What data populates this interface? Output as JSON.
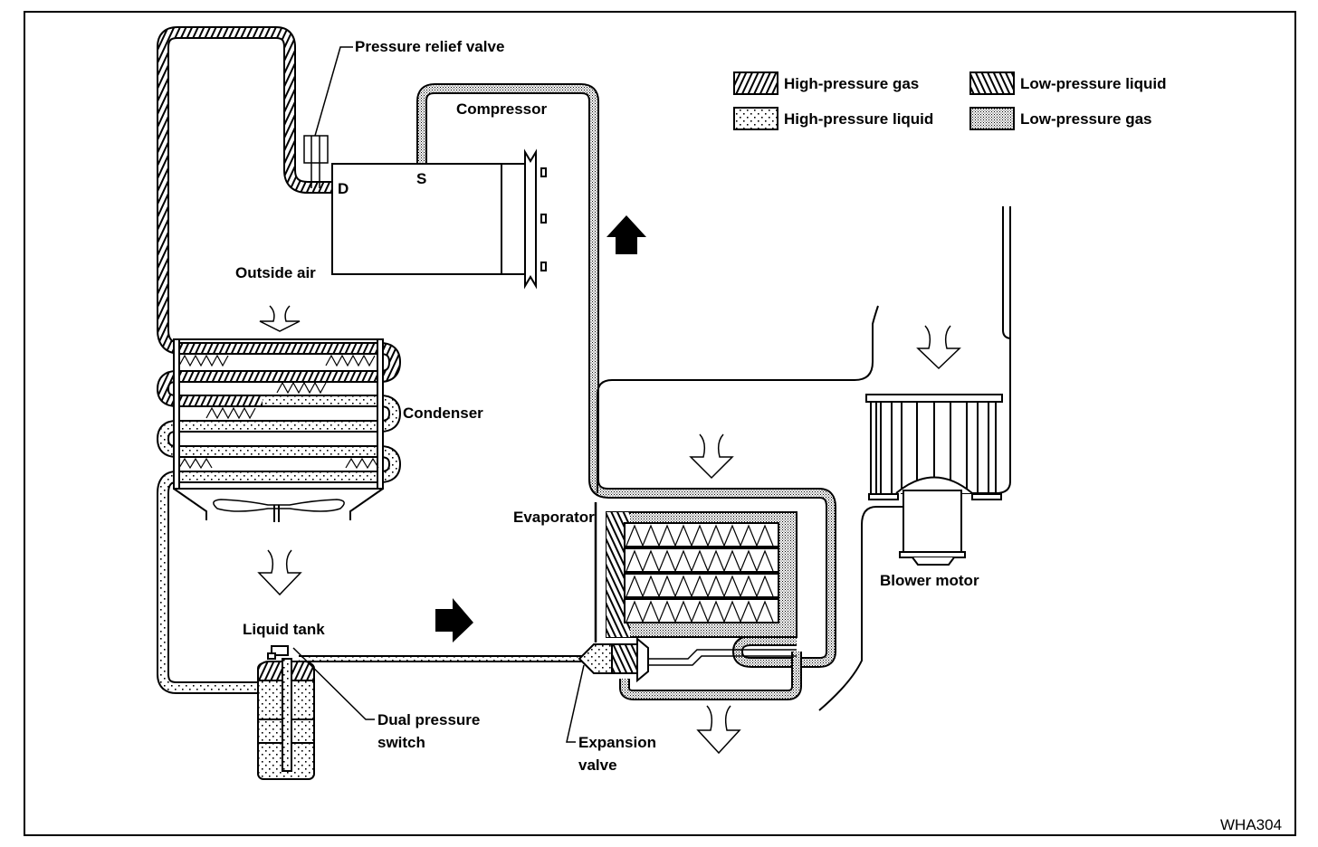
{
  "figure_code": "WHA304",
  "legend": [
    {
      "key": "high-pressure-gas",
      "label": "High-pressure gas",
      "pattern": "diagonal-hatch-right"
    },
    {
      "key": "low-pressure-liquid",
      "label": "Low-pressure liquid",
      "pattern": "diagonal-hatch-left"
    },
    {
      "key": "high-pressure-liquid",
      "label": "High-pressure liquid",
      "pattern": "sparse-dots"
    },
    {
      "key": "low-pressure-gas",
      "label": "Low-pressure gas",
      "pattern": "dense-dots"
    }
  ],
  "labels": {
    "pressure_relief_valve": "Pressure relief valve",
    "compressor": "Compressor",
    "discharge_port": "D",
    "suction_port": "S",
    "outside_air": "Outside air",
    "condenser": "Condenser",
    "liquid_tank": "Liquid tank",
    "dual_pressure_switch_line1": "Dual pressure",
    "dual_pressure_switch_line2": "switch",
    "evaporator": "Evaporator",
    "expansion_valve_line1": "Expansion",
    "expansion_valve_line2": "valve",
    "blower_motor": "Blower motor"
  },
  "colors": {
    "ink": "#000000",
    "paper": "#ffffff"
  }
}
